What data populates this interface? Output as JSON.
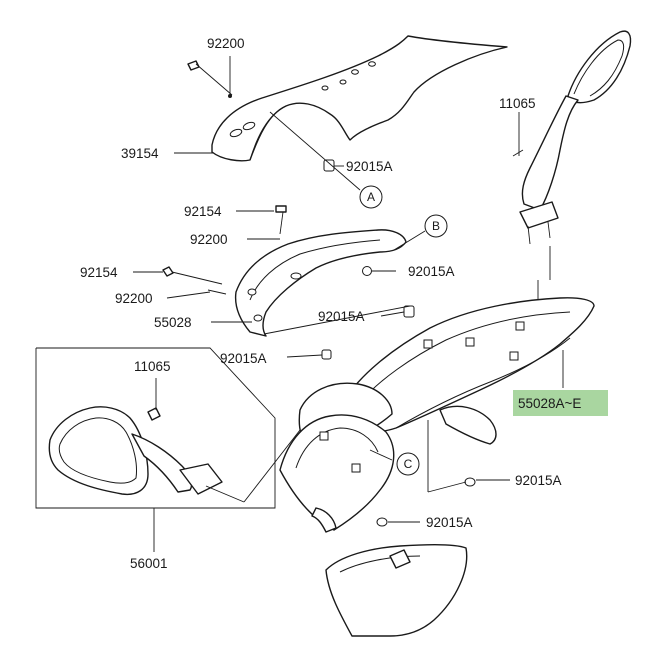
{
  "diagram": {
    "parts": [
      {
        "id": "windscreen",
        "number": "39154"
      },
      {
        "id": "bolt-top",
        "number": "92200"
      },
      {
        "id": "nut-windscreen",
        "number": "92015A"
      },
      {
        "id": "bolt-bracket",
        "number": "92154"
      },
      {
        "id": "washer-bracket",
        "number": "92200"
      },
      {
        "id": "nut-bracket-right",
        "number": "92015A"
      },
      {
        "id": "bolt-bracket-left",
        "number": "92154"
      },
      {
        "id": "washer-bracket-left",
        "number": "92200"
      },
      {
        "id": "bracket",
        "number": "55028"
      },
      {
        "id": "nut-bracket-lower",
        "number": "92015A"
      },
      {
        "id": "nut-cowl-left",
        "number": "92015A"
      },
      {
        "id": "screw-mirror-right",
        "number": "11065"
      },
      {
        "id": "upper-cowl",
        "number": "55028A~E"
      },
      {
        "id": "screw-mirror-left",
        "number": "11065"
      },
      {
        "id": "nut-cowl-right",
        "number": "92015A"
      },
      {
        "id": "nut-cowl-bottom",
        "number": "92015A"
      },
      {
        "id": "mirror",
        "number": "56001"
      }
    ],
    "reference_marks": [
      "A",
      "B",
      "C"
    ],
    "highlight_color": "#a9d6a0"
  }
}
